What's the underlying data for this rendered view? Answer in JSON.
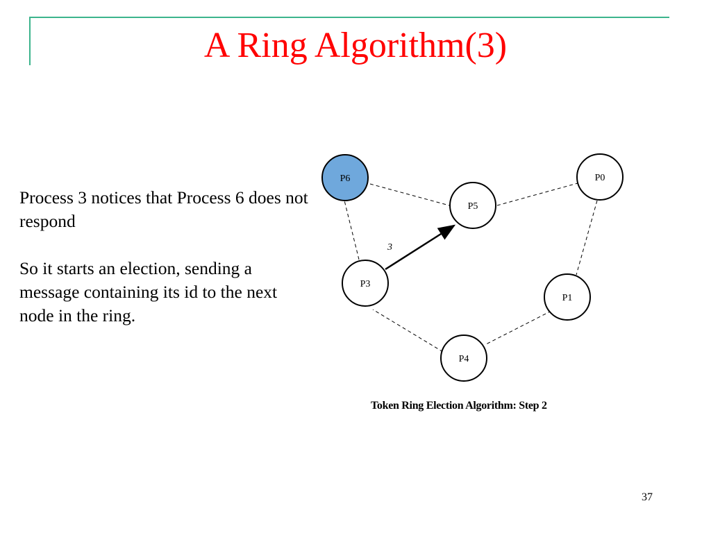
{
  "slide": {
    "title": "A Ring Algorithm(3)",
    "paragraphs": [
      "Process 3 notices that Process 6 does not respond",
      "So it starts an election, sending a message containing its id to the next node in the ring."
    ],
    "page_number": "37"
  },
  "diagram": {
    "caption": "Token Ring Election Algorithm:  Step 2",
    "nodes": [
      {
        "id": "P6",
        "label": "P6",
        "highlighted": true
      },
      {
        "id": "P0",
        "label": "P0",
        "highlighted": false
      },
      {
        "id": "P5",
        "label": "P5",
        "highlighted": false
      },
      {
        "id": "P3",
        "label": "P3",
        "highlighted": false
      },
      {
        "id": "P1",
        "label": "P1",
        "highlighted": false
      },
      {
        "id": "P4",
        "label": "P4",
        "highlighted": false
      }
    ],
    "ring_edges": [
      [
        "P6",
        "P5"
      ],
      [
        "P5",
        "P0"
      ],
      [
        "P0",
        "P1"
      ],
      [
        "P1",
        "P4"
      ],
      [
        "P4",
        "P3"
      ],
      [
        "P3",
        "P6"
      ]
    ],
    "message": {
      "from": "P3",
      "to": "P5",
      "label": "3"
    },
    "colors": {
      "title": "#ff0000",
      "frame": "#3cb48c",
      "highlight_fill": "#6fa8dc",
      "node_stroke": "#000000"
    }
  }
}
